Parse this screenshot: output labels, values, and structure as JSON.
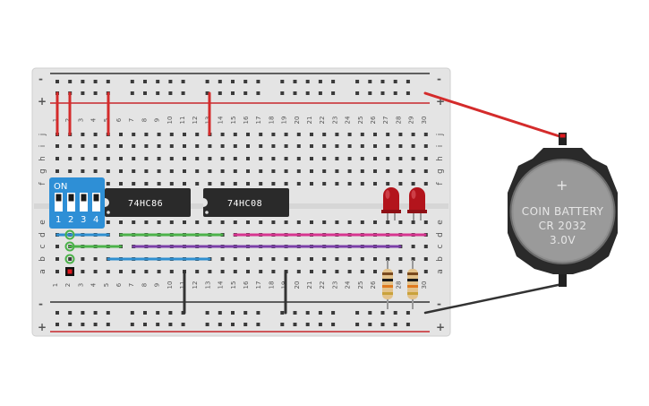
{
  "breadboard": {
    "row_letters": [
      "a",
      "b",
      "c",
      "d",
      "e",
      "f",
      "g",
      "h",
      "i",
      "j"
    ],
    "column_numbers": [
      1,
      2,
      3,
      4,
      5,
      6,
      7,
      8,
      9,
      10,
      11,
      12,
      13,
      14,
      15,
      16,
      17,
      18,
      19,
      20,
      21,
      22,
      23,
      24,
      25,
      26,
      27,
      28,
      29,
      30
    ],
    "rail_plus": "+",
    "rail_minus": "-"
  },
  "chips": [
    {
      "label": "74HC86"
    },
    {
      "label": "74HC08"
    }
  ],
  "dip_switch": {
    "on_label": "ON",
    "switch_numbers": [
      "1",
      "2",
      "3",
      "4"
    ]
  },
  "battery": {
    "line1": "COIN BATTERY",
    "line2": "CR 2032",
    "line3": "3.0V",
    "plus_symbol": "+"
  },
  "colors": {
    "board": "#e4e4e4",
    "red_wire": "#d42b2b",
    "blue_wire": "#2f8fd0",
    "green_wire": "#4cb24a",
    "magenta_wire": "#d6358f",
    "purple_wire": "#7b3fa8",
    "black_wire": "#333333",
    "led": "#b3141c",
    "dip": "#2e8fd6",
    "chip": "#2a2a2a"
  }
}
